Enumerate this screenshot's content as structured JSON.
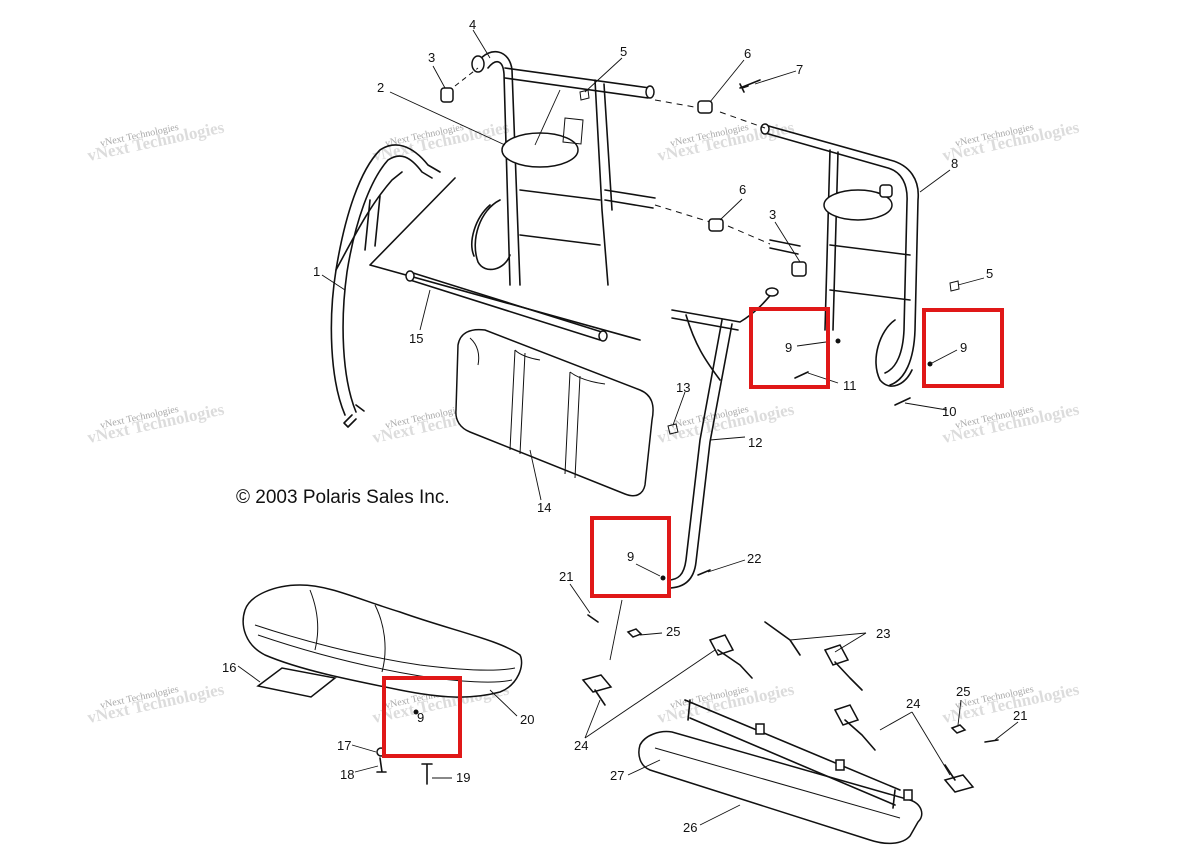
{
  "copyright": "© 2003 Polaris Sales Inc.",
  "watermark": {
    "line1": "vNext Technologies",
    "line2": "vNext\nTechnologies"
  },
  "callouts": [
    {
      "id": "c1",
      "label": "1"
    },
    {
      "id": "c2",
      "label": "2"
    },
    {
      "id": "c3a",
      "label": "3"
    },
    {
      "id": "c3b",
      "label": "3"
    },
    {
      "id": "c4",
      "label": "4"
    },
    {
      "id": "c5a",
      "label": "5"
    },
    {
      "id": "c5b",
      "label": "5"
    },
    {
      "id": "c6a",
      "label": "6"
    },
    {
      "id": "c6b",
      "label": "6"
    },
    {
      "id": "c7",
      "label": "7"
    },
    {
      "id": "c8",
      "label": "8"
    },
    {
      "id": "c10",
      "label": "10"
    },
    {
      "id": "c11",
      "label": "11"
    },
    {
      "id": "c12",
      "label": "12"
    },
    {
      "id": "c13",
      "label": "13"
    },
    {
      "id": "c14",
      "label": "14"
    },
    {
      "id": "c15",
      "label": "15"
    },
    {
      "id": "c16",
      "label": "16"
    },
    {
      "id": "c17",
      "label": "17"
    },
    {
      "id": "c18",
      "label": "18"
    },
    {
      "id": "c19",
      "label": "19"
    },
    {
      "id": "c20",
      "label": "20"
    },
    {
      "id": "c21a",
      "label": "21"
    },
    {
      "id": "c21b",
      "label": "21"
    },
    {
      "id": "c22",
      "label": "22"
    },
    {
      "id": "c23",
      "label": "23"
    },
    {
      "id": "c24a",
      "label": "24"
    },
    {
      "id": "c24b",
      "label": "24"
    },
    {
      "id": "c25a",
      "label": "25"
    },
    {
      "id": "c25b",
      "label": "25"
    },
    {
      "id": "c26",
      "label": "26"
    },
    {
      "id": "c27",
      "label": "27"
    }
  ],
  "highlights": [
    {
      "id": "h1",
      "label": "9"
    },
    {
      "id": "h2",
      "label": "9"
    },
    {
      "id": "h3",
      "label": "9"
    },
    {
      "id": "h4",
      "label": "9"
    }
  ],
  "colors": {
    "highlight": "#e01818",
    "ink": "#111111",
    "watermark": "#d9d9d9"
  }
}
